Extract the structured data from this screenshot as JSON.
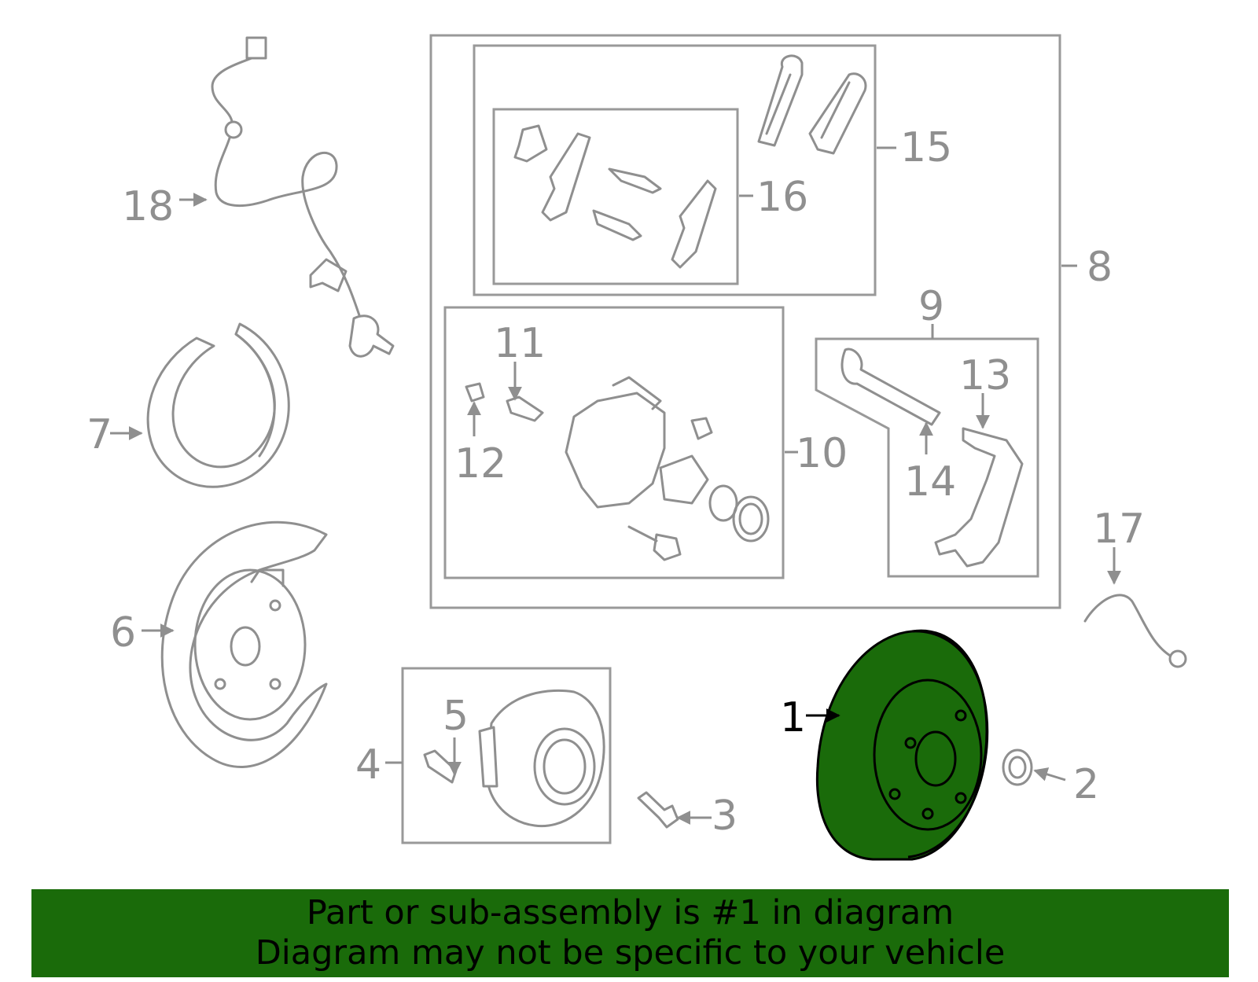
{
  "callouts": {
    "n1": "1",
    "n2": "2",
    "n3": "3",
    "n4": "4",
    "n5": "5",
    "n6": "6",
    "n7": "7",
    "n8": "8",
    "n9": "9",
    "n10": "10",
    "n11": "11",
    "n12": "12",
    "n13": "13",
    "n14": "14",
    "n15": "15",
    "n16": "16",
    "n17": "17",
    "n18": "18"
  },
  "highlight": {
    "color": "#1a6b0a",
    "part": "1"
  },
  "banner": {
    "line1": "Part or sub-assembly is #1 in diagram",
    "line2": "Diagram may not be specific to your vehicle"
  }
}
